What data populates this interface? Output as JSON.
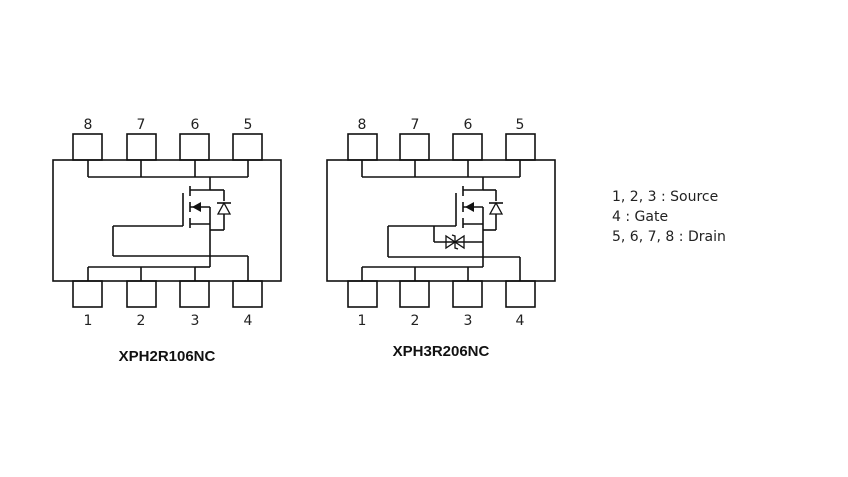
{
  "packages": [
    {
      "name": "XPH2R106NC",
      "top_pins": [
        "8",
        "7",
        "6",
        "5"
      ],
      "bottom_pins": [
        "1",
        "2",
        "3",
        "4"
      ]
    },
    {
      "name": "XPH3R206NC",
      "top_pins": [
        "8",
        "7",
        "6",
        "5"
      ],
      "bottom_pins": [
        "1",
        "2",
        "3",
        "4"
      ]
    }
  ],
  "legend": {
    "source": "1, 2, 3 : Source",
    "gate": "4 : Gate",
    "drain": "5, 6, 7, 8 : Drain"
  }
}
